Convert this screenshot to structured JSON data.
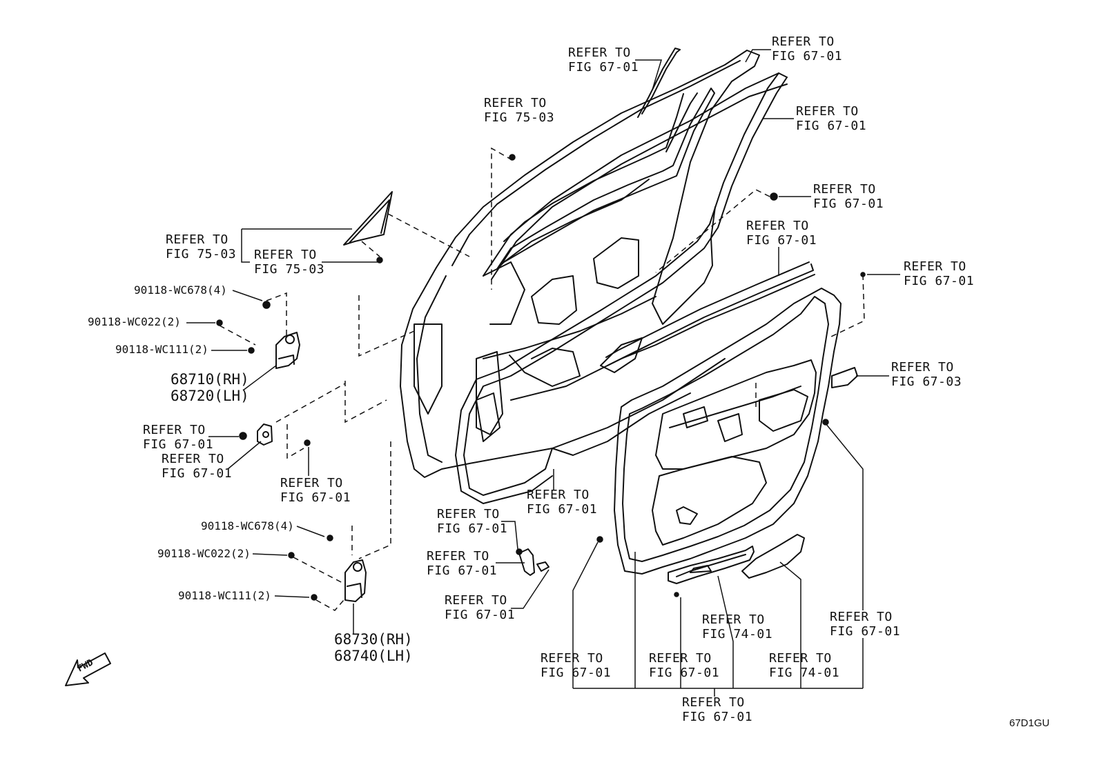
{
  "refs": {
    "r1": [
      "REFER TO",
      "FIG 67-01"
    ],
    "r2": [
      "REFER TO",
      "FIG 67-01"
    ],
    "r3": [
      "REFER TO",
      "FIG 75-03"
    ],
    "r4": [
      "REFER TO",
      "FIG 67-01"
    ],
    "r5": [
      "REFER TO",
      "FIG 67-01"
    ],
    "r6": [
      "REFER TO",
      "FIG 67-01"
    ],
    "r7": [
      "REFER TO",
      "FIG 75-03"
    ],
    "r8": [
      "REFER TO",
      "FIG 75-03"
    ],
    "r9": [
      "REFER TO",
      "FIG 67-01"
    ],
    "r10": [
      "REFER TO",
      "FIG 67-03"
    ],
    "r11": [
      "REFER TO",
      "FIG 67-01"
    ],
    "r12": [
      "REFER TO",
      "FIG 67-01"
    ],
    "r13": [
      "REFER TO",
      "FIG 67-01"
    ],
    "r14": [
      "REFER TO",
      "FIG 67-01"
    ],
    "r15": [
      "REFER TO",
      "FIG 67-01"
    ],
    "r16": [
      "REFER TO",
      "FIG 67-01"
    ],
    "r17": [
      "REFER TO",
      "FIG 67-01"
    ],
    "r18": [
      "REFER TO",
      "FIG 74-01"
    ],
    "r19": [
      "REFER TO",
      "FIG 67-01"
    ],
    "r20": [
      "REFER TO",
      "FIG 67-01"
    ],
    "r21": [
      "REFER TO",
      "FIG 67-01"
    ],
    "r22": [
      "REFER TO",
      "FIG 74-01"
    ],
    "r23": [
      "REFER TO",
      "FIG 67-01"
    ]
  },
  "bolts": {
    "b1": "90118-WC678(4)",
    "b2": "90118-WC022(2)",
    "b3": "90118-WC111(2)",
    "b4": "90118-WC678(4)",
    "b5": "90118-WC022(2)",
    "b6": "90118-WC111(2)"
  },
  "hinges": {
    "upper": [
      "68710(RH)",
      "68720(LH)"
    ],
    "lower": [
      "68730(RH)",
      "68740(LH)"
    ]
  },
  "fwd_label": "FWD",
  "diagram_code": "67D1GU"
}
